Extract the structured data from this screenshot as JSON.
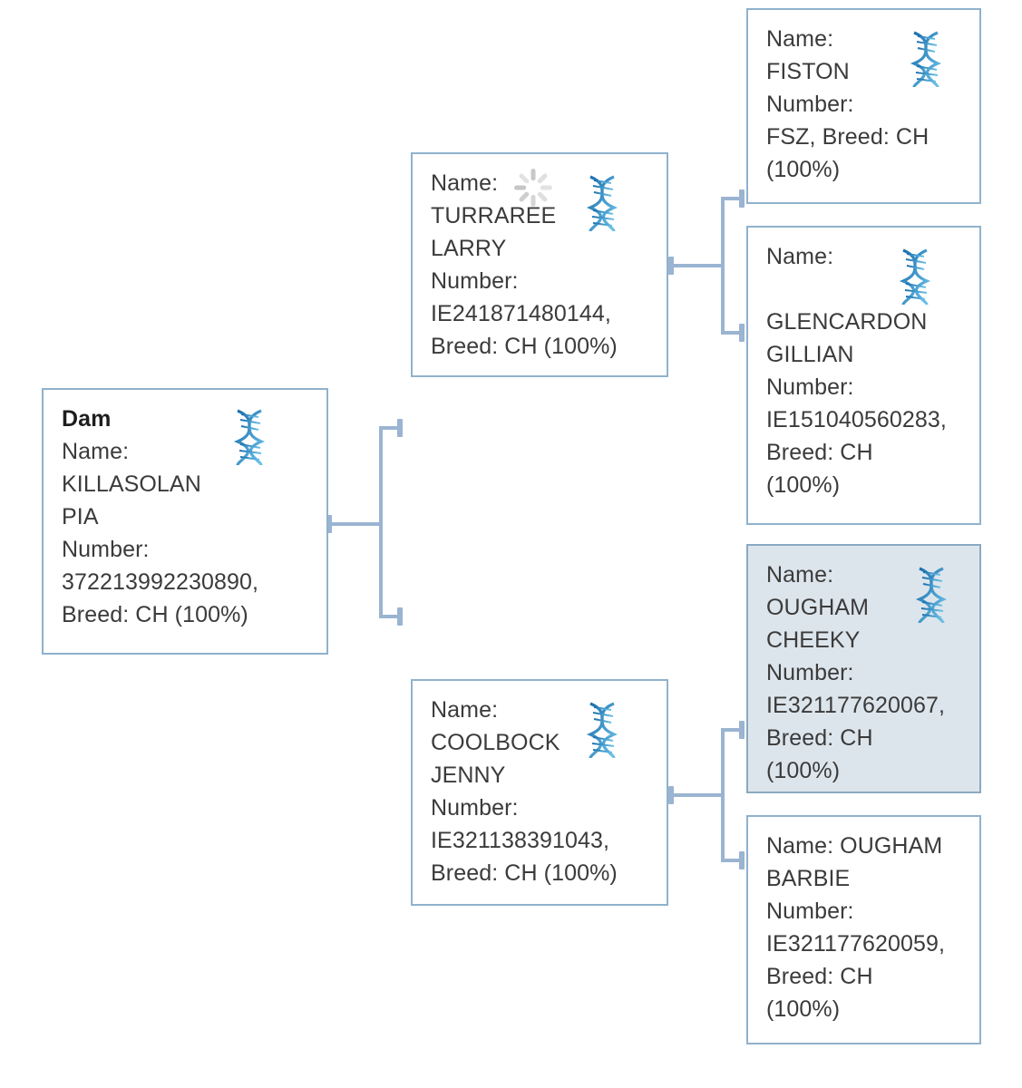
{
  "diagram": {
    "title": "Pedigree tree",
    "colors": {
      "box_border": "#8fb2cd",
      "box_background": "#ffffff",
      "highlight_background": "#dde5ec",
      "connector": "#9ab4d1",
      "text": "#3b3b3b",
      "dna_icon_blue": "#1f7ec0",
      "spinner_gray": "#c9c9c9"
    },
    "nodes": [
      {
        "id": "dam",
        "role_label": "Dam",
        "name_label": "Name:",
        "name": "KILLASOLAN PIA",
        "number_label": "Number:",
        "number": "372213992230890,",
        "breed": "Breed: CH (100%)",
        "text": "Name:\nKILLASOLAN\nPIA\nNumber:\n372213992230890,\nBreed: CH (100%)",
        "has_dna_icon": true,
        "has_spinner": false,
        "highlighted": false
      },
      {
        "id": "turraree-larry",
        "role_label": "",
        "name_label": "Name:",
        "name": "TURRAREE LARRY",
        "number_label": "Number:",
        "number": "IE241871480144,",
        "breed": "Breed: CH (100%)",
        "text": "Name:\nTURRAREE\nLARRY\nNumber:\nIE241871480144,\nBreed: CH (100%)",
        "has_dna_icon": true,
        "has_spinner": true,
        "highlighted": false
      },
      {
        "id": "coolbock-jenny",
        "role_label": "",
        "name_label": "Name:",
        "name": "COOLBOCK JENNY",
        "number_label": "Number:",
        "number": "IE321138391043,",
        "breed": "Breed: CH (100%)",
        "text": "Name:\nCOOLBOCK\nJENNY\nNumber:\nIE321138391043,\nBreed: CH (100%)",
        "has_dna_icon": true,
        "has_spinner": false,
        "highlighted": false
      },
      {
        "id": "fiston",
        "role_label": "",
        "name_label": "Name:",
        "name": "FISTON",
        "number_label": "Number:",
        "number": "FSZ,",
        "breed": "Breed: CH (100%)",
        "text": "Name:\nFISTON\nNumber:\nFSZ, Breed: CH\n(100%)",
        "has_dna_icon": true,
        "has_spinner": false,
        "highlighted": false
      },
      {
        "id": "glencardon-gillian",
        "role_label": "",
        "name_label": "Name:",
        "name": "GLENCARDON GILLIAN",
        "number_label": "Number:",
        "number": "IE151040560283,",
        "breed": "Breed: CH (100%)",
        "text": "Name:\n\nGLENCARDON\nGILLIAN\nNumber:\nIE151040560283,\nBreed: CH\n(100%)",
        "has_dna_icon": true,
        "has_spinner": false,
        "highlighted": false
      },
      {
        "id": "ougham-cheeky",
        "role_label": "",
        "name_label": "Name:",
        "name": "OUGHAM CHEEKY",
        "number_label": "Number:",
        "number": "IE321177620067,",
        "breed": "Breed: CH (100%)",
        "text": "Name:\nOUGHAM\nCHEEKY\nNumber:\nIE321177620067,\nBreed: CH\n(100%)",
        "has_dna_icon": true,
        "has_spinner": false,
        "highlighted": true
      },
      {
        "id": "ougham-barbie",
        "role_label": "",
        "name_label": "Name:",
        "name": "OUGHAM BARBIE",
        "number_label": "Number:",
        "number": "IE321177620059,",
        "breed": "Breed: CH (100%)",
        "text": "Name: OUGHAM\nBARBIE\nNumber:\nIE321177620059,\nBreed: CH\n(100%)",
        "has_dna_icon": false,
        "has_spinner": false,
        "highlighted": false
      }
    ],
    "icons": {
      "dna": "dna-helix-icon",
      "spinner": "loading-spinner-icon"
    }
  }
}
